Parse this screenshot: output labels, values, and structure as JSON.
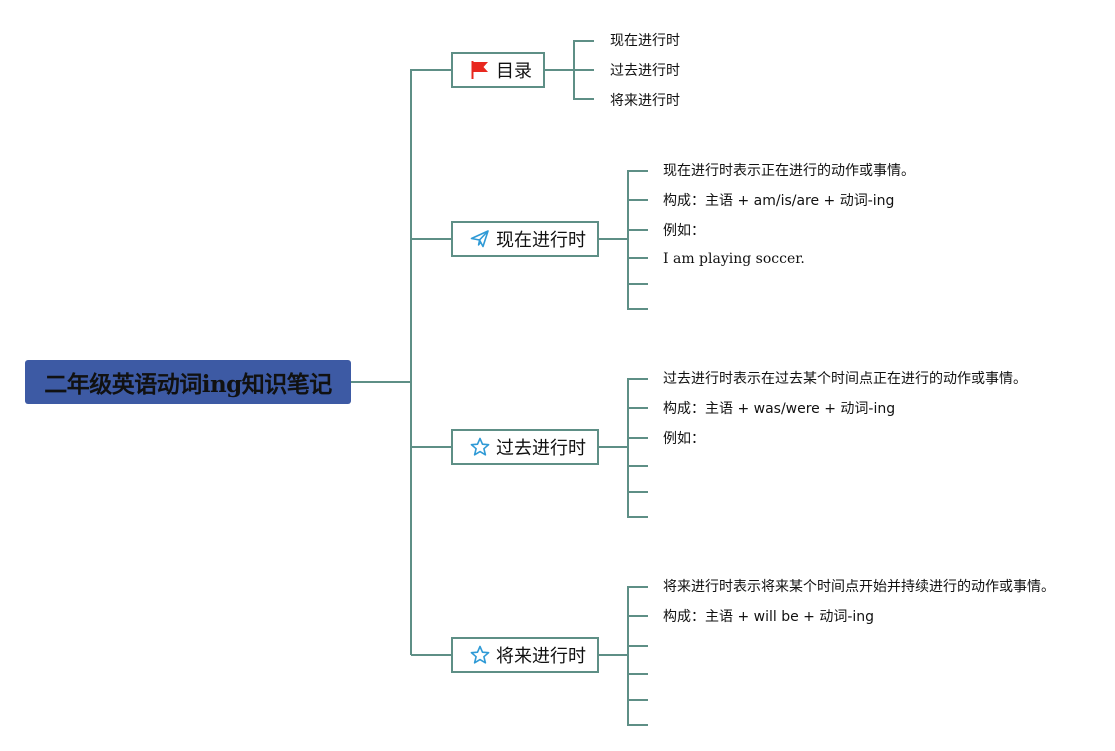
{
  "root": {
    "title": "二年级英语动词ing知识笔记"
  },
  "branches": [
    {
      "title": "目录",
      "icon": "red-flag-icon",
      "items": [
        "现在进行时",
        "过去进行时",
        "将来进行时"
      ]
    },
    {
      "title": "现在进行时",
      "icon": "paper-plane-icon",
      "items": [
        "现在进行时表示正在进行的动作或事情。",
        "构成：主语 + am/is/are + 动词-ing",
        "例如：",
        "I am playing soccer.",
        "",
        ""
      ]
    },
    {
      "title": "过去进行时",
      "icon": "star-icon",
      "items": [
        "过去进行时表示在过去某个时间点正在进行的动作或事情。",
        "构成：主语 + was/were + 动词-ing",
        "例如：",
        "",
        "",
        ""
      ]
    },
    {
      "title": "将来进行时",
      "icon": "star-icon",
      "items": [
        "将来进行时表示将来某个时间点开始并持续进行的动作或事情。",
        "构成：主语 + will be + 动词-ing",
        "",
        "",
        "",
        ""
      ]
    }
  ],
  "colors": {
    "root_fill": "#3d5aa4",
    "connector": "#5e8f86",
    "flag": "#e8281f",
    "icon_blue": "#2f9ad6"
  }
}
